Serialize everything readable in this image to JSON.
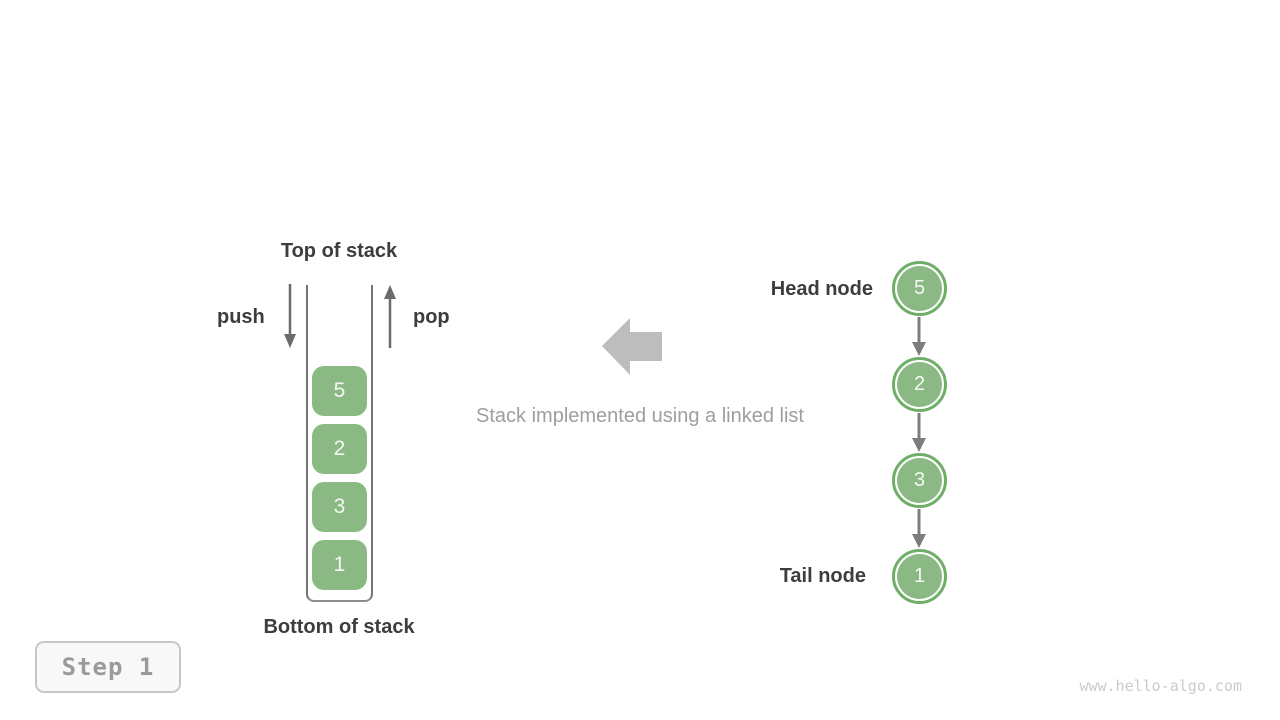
{
  "stack": {
    "top_label": "Top of stack",
    "bottom_label": "Bottom of stack",
    "push_label": "push",
    "pop_label": "pop",
    "items": [
      "5",
      "2",
      "3",
      "1"
    ]
  },
  "caption": "Stack implemented using a linked list",
  "linked_list": {
    "head_label": "Head node",
    "tail_label": "Tail node",
    "nodes": [
      "5",
      "2",
      "3",
      "1"
    ]
  },
  "step_badge": "Step 1",
  "watermark": "www.hello-algo.com",
  "colors": {
    "node_fill_green": "#8ab983",
    "node_ring_green": "#6fae66",
    "dark_text": "#3d3d3d",
    "caption_gray": "#9e9e9e",
    "block_arrow_gray": "#bdbdbd",
    "thin_arrow_gray": "#6b6b6b",
    "link_arrow_gray": "#7d7d7d",
    "badge_text_gray": "#9a9a9a",
    "watermark_gray": "#cbcbcb"
  }
}
